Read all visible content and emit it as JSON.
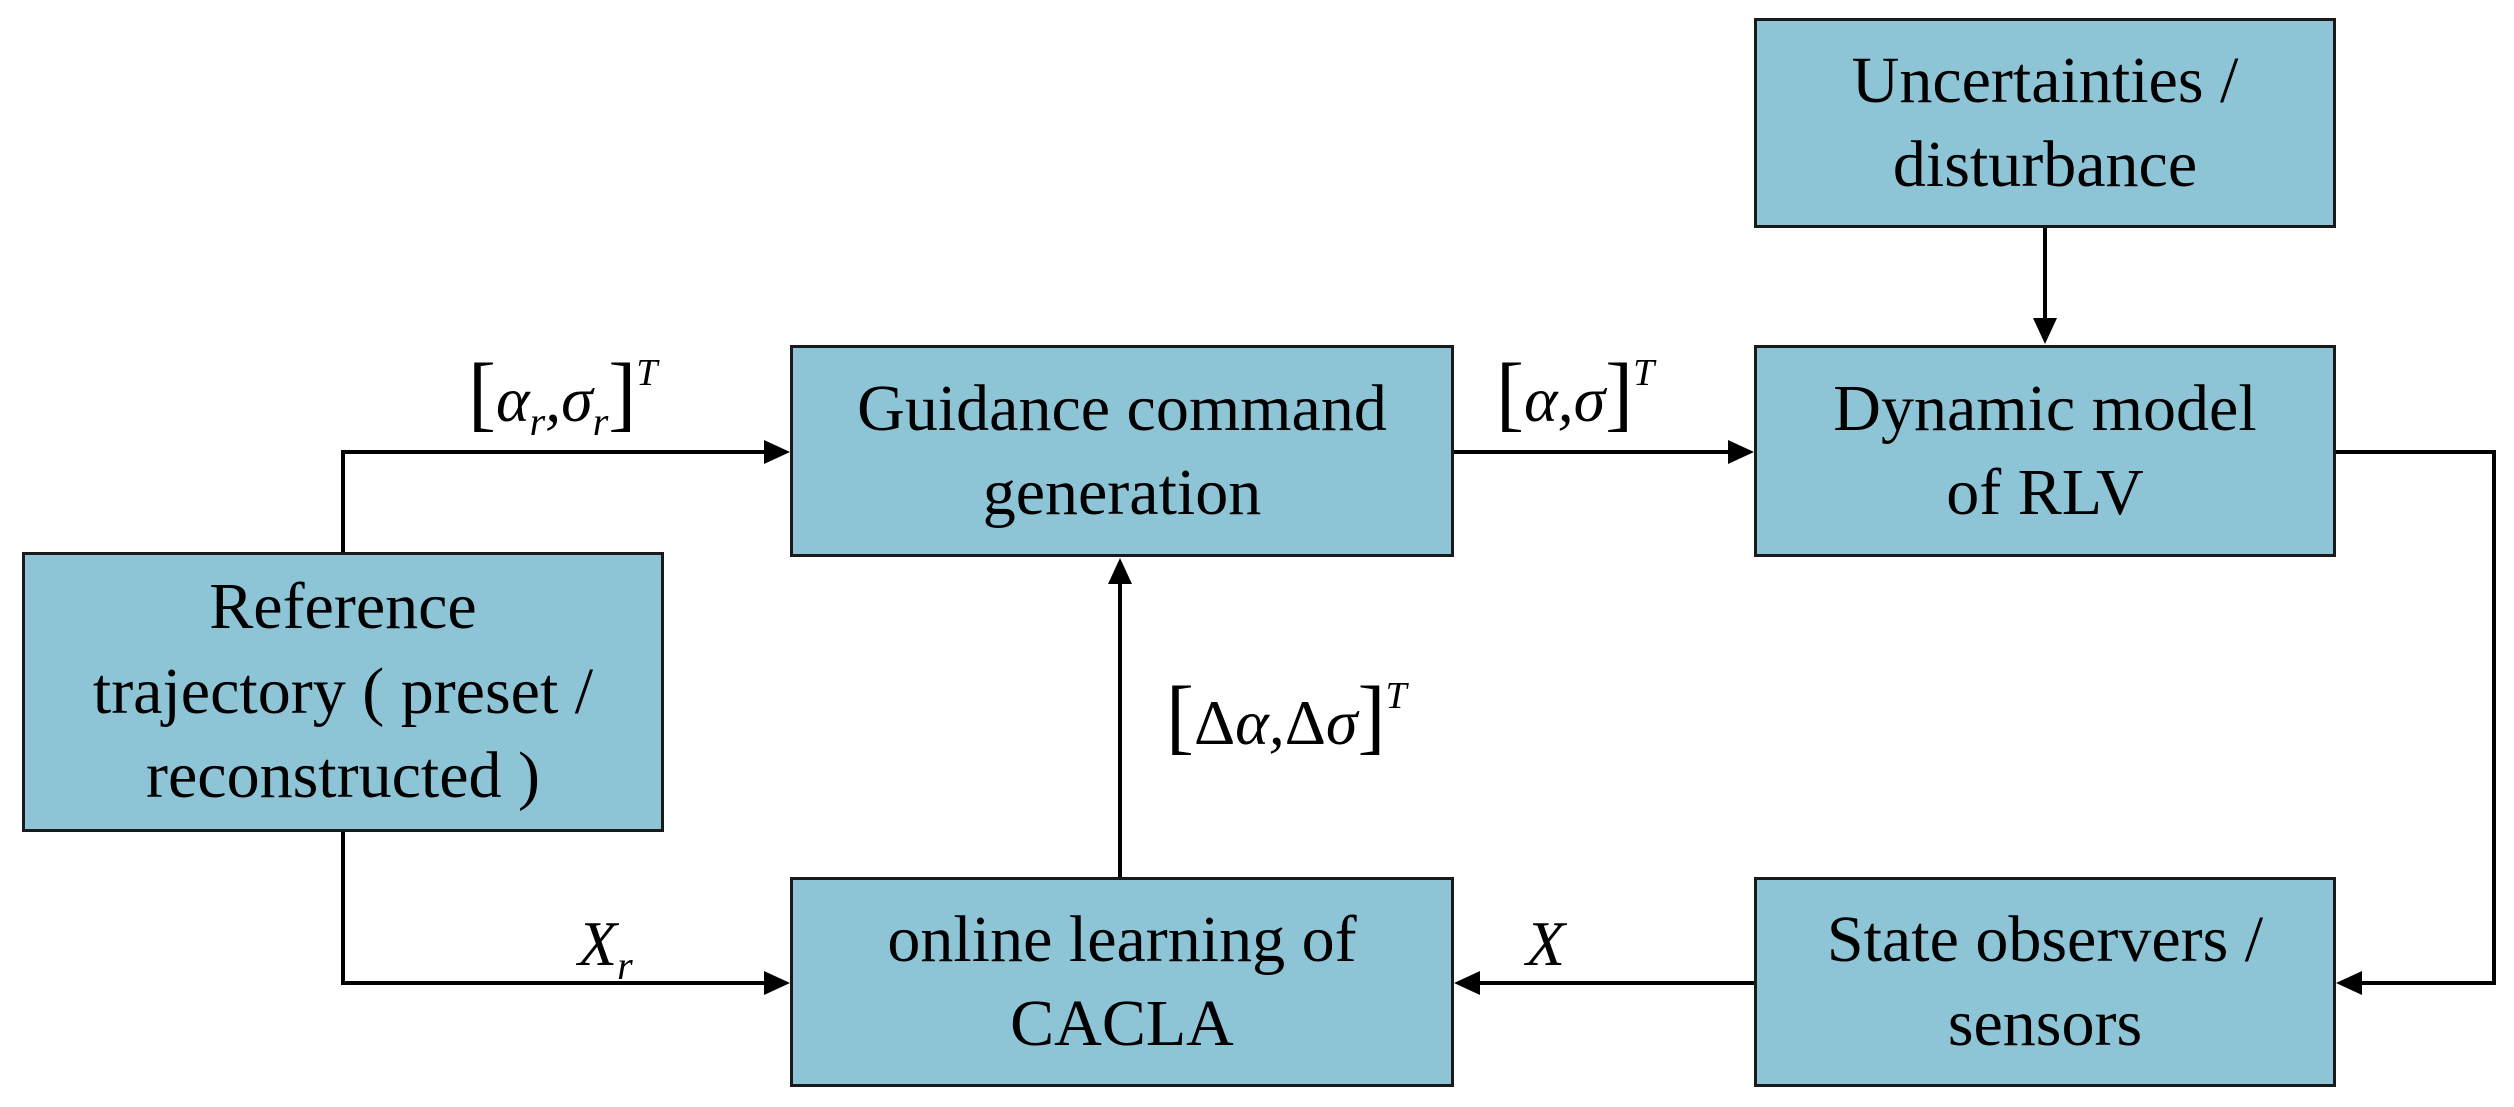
{
  "colors": {
    "box_fill": "#8dc5d7",
    "box_border": "#1a1a1a",
    "arrow": "#000000"
  },
  "boxes": {
    "uncertainties": {
      "line1": "Uncertainties /",
      "line2": "disturbance"
    },
    "guidance": {
      "line1": "Guidance command",
      "line2": "generation"
    },
    "dynamic": {
      "line1": "Dynamic model",
      "line2": "of RLV"
    },
    "reference": {
      "line1": "Reference",
      "line2": "trajectory ( preset /",
      "line3": "reconstructed )"
    },
    "cacla": {
      "line1": "online learning of",
      "line2": "CACLA"
    },
    "state": {
      "line1": "State observers /",
      "line2": "sensors"
    }
  },
  "labels": {
    "ref_cmd": {
      "open": "[",
      "var1": "α",
      "sub1": "r",
      "comma": ",",
      "var2": "σ",
      "sub2": "r",
      "close": "]",
      "sup": "T"
    },
    "cmd": {
      "open": "[",
      "var1": "α",
      "comma": ",",
      "var2": "σ",
      "close": "]",
      "sup": "T"
    },
    "delta_cmd": {
      "open": "[",
      "d1": "Δ",
      "var1": "α",
      "comma": ",",
      "d2": "Δ",
      "var2": "σ",
      "close": "]",
      "sup": "T"
    },
    "state_ref": {
      "var": "X",
      "sub": "r"
    },
    "state": {
      "var": "X"
    }
  }
}
